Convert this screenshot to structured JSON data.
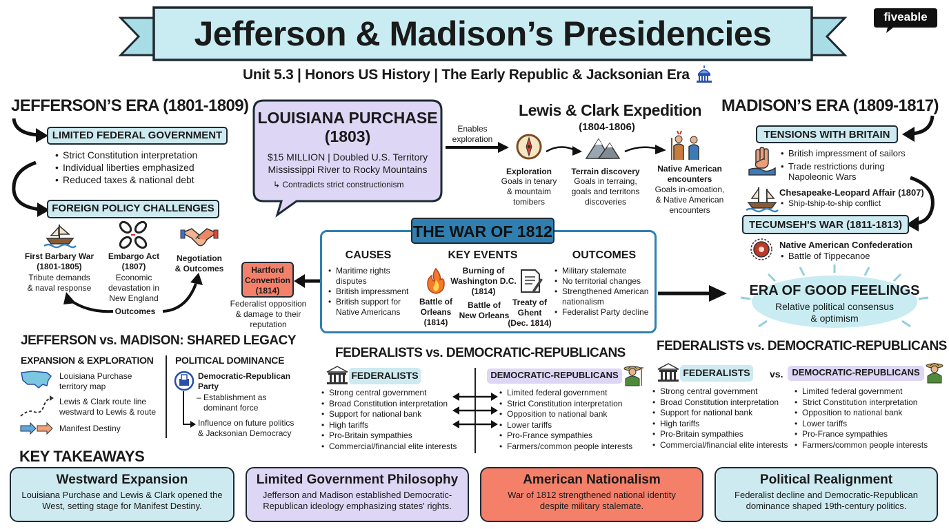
{
  "header": {
    "title": "Jefferson & Madison’s Presidencies",
    "subtitle": "Unit 5.3 | Honors US History | The Early Republic & Jacksonian Era",
    "brand": "fiveable",
    "capitol_icon": "capitol-dome-icon"
  },
  "jefferson": {
    "heading": "JEFFERSON’S ERA (1801-1809)",
    "limited_label": "LIMITED FEDERAL GOVERNMENT",
    "limited_items": [
      "Strict Constitution interpretation",
      "Individual liberties emphasized",
      "Reduced taxes & national debt"
    ],
    "foreign_label": "FOREIGN POLICY CHALLENGES",
    "barbary_title": "First Barbary War\n(1801-1805)",
    "barbary_desc": "Tribute demands\n& naval response",
    "embargo_title": "Embargo Act\n(1807)",
    "embargo_desc": "Economic\ndevastation in\nNew England",
    "negotiation": "Negotiation\n& Outcomes",
    "outcomes": "Outcomes"
  },
  "louisiana": {
    "title": "LOUISIANA PURCHASE\n(1803)",
    "line1": "$15 MILLION | Doubled U.S. Territory",
    "line2": "Mississippi River to Rocky Mountains",
    "note": "Contradicts strict constructionism",
    "enables": "Enables\nexploration"
  },
  "lewis_clark": {
    "title": "Lewis & Clark Expedition",
    "dates": "(1804-1806)",
    "exploration_title": "Exploration",
    "exploration_desc": "Goals in tenary\n& mountaim\ntomibers",
    "terrain_title": "Terrain discovery",
    "terrain_desc": "Goals in terraing,\ngoals and territons\ndiscoveries",
    "native_title": "Native American\nencounters",
    "native_desc": "Goals in-omoation,\n& Native American\nencounters"
  },
  "madison": {
    "heading": "MADISON’S ERA (1809-1817)",
    "tensions_label": "TENSIONS WITH BRITAIN",
    "tensions_items": [
      "British impressment of sailors",
      "Trade restrictions during Napoleonic Wars"
    ],
    "chesapeake_title": "Chesapeake-Leopard Affair (1807)",
    "chesapeake_item": "Ship-tship-to-ship conflict",
    "tecumseh_label": "TECUMSEH'S WAR (1811-1813)",
    "tecumseh_title": "Native American Confederation",
    "tecumseh_item": "Battle of Tippecanoe"
  },
  "war1812": {
    "title": "THE WAR OF 1812",
    "causes_label": "CAUSES",
    "causes": [
      "Maritime rights disputes",
      "British impressment",
      "British support for Native Americans"
    ],
    "events_label": "KEY EVENTS",
    "burning": "Burning of\nWashington D.C.\n(1814)",
    "orleans_left": "Battle of\nOrleans\n(1814)",
    "orleans_mid": "Battle of\nNew Orleans",
    "ghent": "Treaty of\nGhent\n(Dec. 1814)",
    "outcomes_label": "OUTCOMES",
    "outcomes": [
      "Military stalemate",
      "No territorial changes",
      "Strengthened American nationalism",
      "Federalist Party decline"
    ]
  },
  "hartford": {
    "title": "Hartford\nConvention\n(1814)",
    "desc": "Federalist opposition\n& damage to their\nreputation"
  },
  "good_feelings": {
    "title": "ERA OF GOOD FEELINGS",
    "desc": "Relative political consensus\n& optimism"
  },
  "legacy": {
    "heading": "JEFFERSON vs. MADISON: SHARED LEGACY",
    "exp_label": "EXPANSION & EXPLORATION",
    "exp_items": [
      "Louisiana Purchase\nterritory map",
      "Lewis & Clark route line\nwestward to Lewis & route",
      "Manifest Destiny"
    ],
    "pol_label": "POLITICAL DOMINANCE",
    "pol_party": "Democratic-Republican\nParty",
    "pol_establish": "Establishment as\ndominant force",
    "pol_influence": "Influence on future politics\n& Jacksonian Democracy"
  },
  "parties_left": {
    "heading": "FEDERALISTS vs. DEMOCRATIC-REPUBLICANS",
    "fed_label": "FEDERALISTS",
    "fed_items": [
      "Strong central government",
      "Broad Constitution interpretation",
      "Support for national bank",
      "High tariffs",
      "Pro-Britain sympathies",
      "Commercial/financial elite interests"
    ],
    "dr_label": "DEMOCRATIC-REPUBLICANS",
    "dr_items": [
      "Limited federal government",
      "Strict Constitution interpretation",
      "Opposition to national bank",
      "Lower tariffs",
      "Pro-France sympathies",
      "Farmers/common people interests"
    ]
  },
  "parties_right": {
    "heading": "FEDERALISTS vs. DEMOCRATIC-REPUBLICANS",
    "fed_label": "FEDERALISTS",
    "vs": "vs.",
    "fed_items": [
      "Strong central government",
      "Broad Constitution interpretation",
      "Support for national bank",
      "High tariffs",
      "Pro-Britain sympathies",
      "Commercial/financial elite interests"
    ],
    "dr_label": "DEMOCRATIC-REPUBLICANS",
    "dr_items": [
      "Limited federal government",
      "Strict Constitution interpretation",
      "Opposition to national bank",
      "Lower tariffs",
      "Pro-France sympathies",
      "Farmers/common people interests"
    ]
  },
  "takeaways": {
    "heading": "KEY TAKEAWAYS",
    "cards": [
      {
        "title": "Westward Expansion",
        "desc": "Louisiana Purchase and Lewis & Clark opened the West, setting stage for Manifest Destiny.",
        "color": "#cdeaf0"
      },
      {
        "title": "Limited Government Philosophy",
        "desc": "Jefferson and Madison established Democratic-Republican ideology emphasizing states' rights.",
        "color": "#ddd6f5"
      },
      {
        "title": "American Nationalism",
        "desc": "War of 1812 strengthened national identity despite military stalemate.",
        "color": "#f4806a"
      },
      {
        "title": "Political Realignment",
        "desc": "Federalist decline and Democratic-Republican dominance shaped 19th-century politics.",
        "color": "#cdeaf0"
      }
    ]
  },
  "colors": {
    "banner_blue": "#c8ecf1",
    "lavender": "#ddd6f5",
    "coral": "#f4806a",
    "war_border": "#2f7fb1",
    "dark": "#1e2a33"
  }
}
